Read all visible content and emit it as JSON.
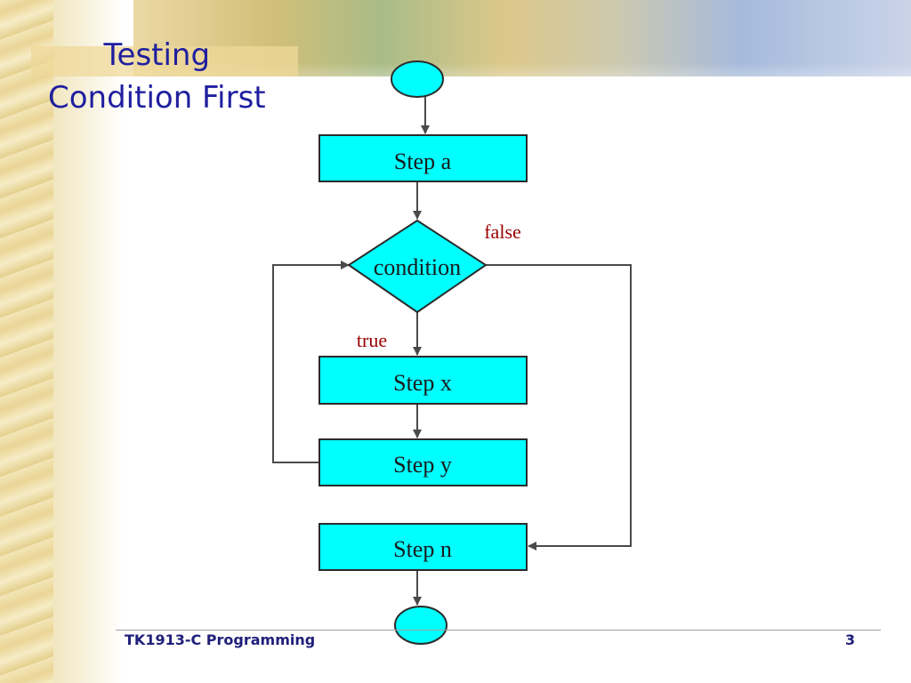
{
  "slide": {
    "title_line1": "Testing",
    "title_line2": "Condition First",
    "footer": "TK1913-C Programming",
    "page_number": "3"
  },
  "flowchart": {
    "nodes": {
      "step_a": "Step a",
      "condition": "condition",
      "step_x": "Step x",
      "step_y": "Step y",
      "step_n": "Step n"
    },
    "edge_labels": {
      "false": "false",
      "true": "true"
    }
  },
  "colors": {
    "shape_fill": "#00ffff",
    "shape_stroke": "#2b2b2b",
    "edge_stroke": "#4a4a4a",
    "branch_label": "#990000",
    "title": "#1f1f9f"
  }
}
